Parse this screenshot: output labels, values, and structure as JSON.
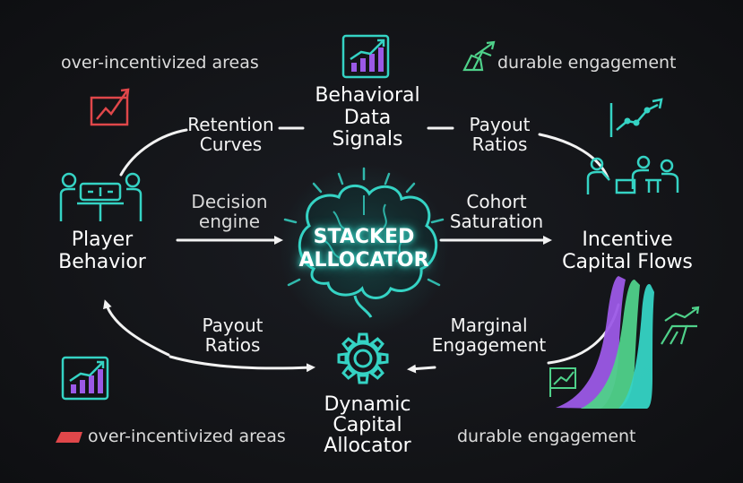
{
  "nodes": {
    "behavioral": [
      "Behavioral",
      "Data",
      "Signals"
    ],
    "player": [
      "Player",
      "Behavior"
    ],
    "incentive": [
      "Incentive",
      "Capital Flows"
    ],
    "dynamic": [
      "Dynamic",
      "Capital",
      "Allocator"
    ],
    "center": [
      "STACKED",
      "ALLOCATOR"
    ]
  },
  "edges": {
    "retention": [
      "Retention",
      "Curves"
    ],
    "payout_top": [
      "Payout",
      "Ratios"
    ],
    "decision": [
      "Decision",
      "engine"
    ],
    "cohort": [
      "Cohort",
      "Saturation"
    ],
    "payout_bottom": [
      "Payout",
      "Ratios"
    ],
    "marginal": [
      "Marginal",
      "Engagement"
    ]
  },
  "notes": {
    "over_top": "over-incentivized areas",
    "durable_top": "durable engagement",
    "over_bottom": "over-incentivized areas",
    "durable_bottom": "durable engagement"
  },
  "icons": [
    "bar-chart-icon",
    "trend-up-icon",
    "line-chart-icon",
    "network-chart-icon",
    "people-at-table-icon",
    "people-group-icon",
    "brain-icon",
    "gear-icon",
    "capital-streams-icon",
    "flag-icon",
    "road-trend-icon"
  ],
  "colors": {
    "background": "#121316",
    "teal": "#35d3c4",
    "purple": "#9b59e6",
    "green": "#4fd18a",
    "red": "#e0474a",
    "white": "#f2f2f2"
  }
}
